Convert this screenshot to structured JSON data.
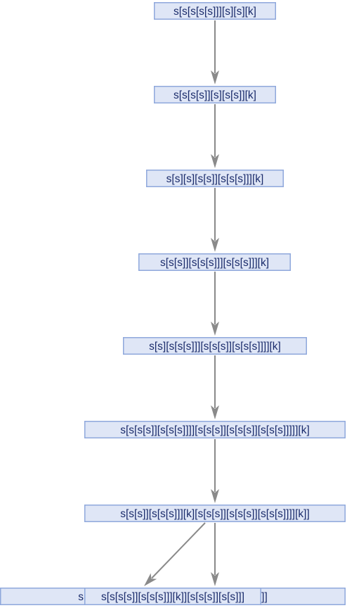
{
  "nodes": [
    {
      "id": "n0",
      "label": "s[s[s[s[s]]][s][s][k]"
    },
    {
      "id": "n1",
      "label": "s[s[s[s]][s][s[s]][k]"
    },
    {
      "id": "n2",
      "label": "s[s][s][s[s]][s[s[s]]][k]"
    },
    {
      "id": "n3",
      "label": "s[s[s]][s[s[s]]][s[s[s]]][k]"
    },
    {
      "id": "n4",
      "label": "s[s][s[s[s]]][s[s[s]][s[s[s]]]][k]"
    },
    {
      "id": "n5",
      "label": "s[s[s[s]][s[s[s]]]][s[s[s]][s[s[s]][s[s[s]]]]][k]"
    },
    {
      "id": "n6",
      "label": "s[s[s]][s[s[s]]][k][s[s[s]][s[s[s]][s[s[s]]]][k]]"
    },
    {
      "id": "n7",
      "label": "s[s][k][s[s[s]][k][s[s[s]][s[s[s]][s[s[s]]]][k]]]"
    },
    {
      "id": "n8",
      "label": "s[s[s[s]][s[s[s]]][k]][s[s[s]][s[s]]]"
    }
  ],
  "edges": [
    {
      "from": "n0",
      "to": "n1"
    },
    {
      "from": "n1",
      "to": "n2"
    },
    {
      "from": "n2",
      "to": "n3"
    },
    {
      "from": "n3",
      "to": "n4"
    },
    {
      "from": "n4",
      "to": "n5"
    },
    {
      "from": "n5",
      "to": "n6"
    },
    {
      "from": "n6",
      "to": "n7"
    },
    {
      "from": "n6",
      "to": "n8"
    }
  ],
  "colors": {
    "node_fill": "#dfe6f6",
    "node_stroke": "#8fa8dc",
    "label_text": "#1a2b6b",
    "edge": "#8a8a8a"
  }
}
